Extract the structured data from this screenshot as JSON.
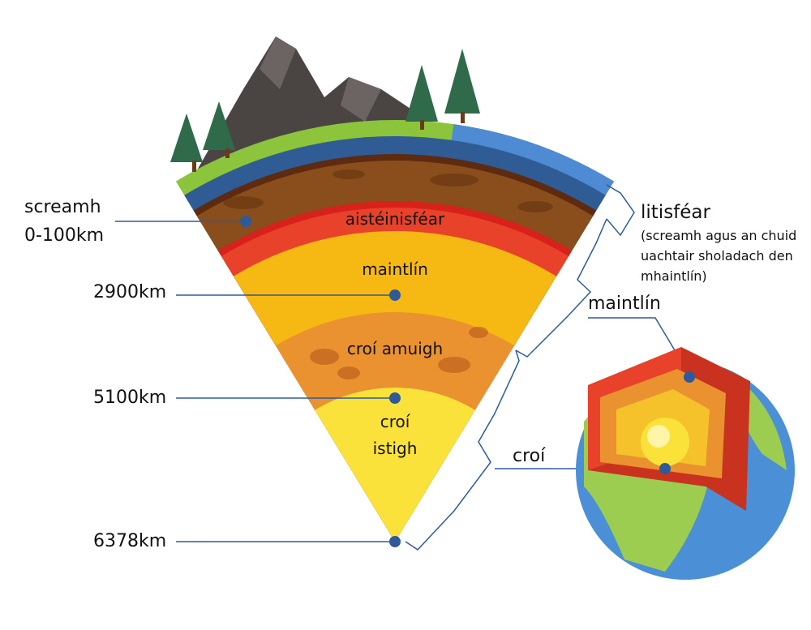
{
  "left_labels": {
    "crust_name": "screamh",
    "crust_depth": "0-100km",
    "mantle_depth": "2900km",
    "outer_core_depth": "5100km",
    "center_depth": "6378km"
  },
  "layer_labels": {
    "asthenosphere": "aistéinisféar",
    "mantle": "maintlín",
    "outer_core": "croí amuigh",
    "inner_core_line1": "croí",
    "inner_core_line2": "istigh"
  },
  "right_labels": {
    "lithosphere": "litisféar",
    "lithosphere_note_lines": [
      "(screamh agus an chuid",
      "uachtair sholadach den",
      "mhaintlín)"
    ],
    "mantle": "maintlín",
    "core": "croí"
  },
  "colors": {
    "grass": "#8cc43c",
    "ocean_crust": "#2f5c94",
    "crust": "#8a4e1c",
    "asthenosphere": "#e8432a",
    "mantle": "#f6b913",
    "outer_core": "#e9922f",
    "inner_core": "#fbe23a",
    "leader": "#2e5a9a"
  }
}
